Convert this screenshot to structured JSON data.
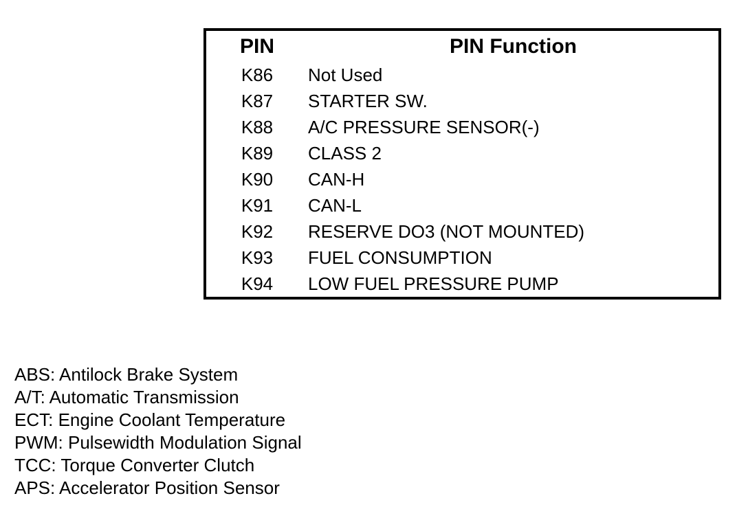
{
  "table": {
    "headers": [
      "PIN",
      "PIN Function"
    ],
    "rows": [
      {
        "pin": "K86",
        "function": "Not Used"
      },
      {
        "pin": "K87",
        "function": "STARTER SW."
      },
      {
        "pin": "K88",
        "function": "A/C PRESSURE SENSOR(-)"
      },
      {
        "pin": "K89",
        "function": "CLASS 2"
      },
      {
        "pin": "K90",
        "function": "CAN-H"
      },
      {
        "pin": "K91",
        "function": "CAN-L"
      },
      {
        "pin": "K92",
        "function": "RESERVE DO3 (NOT MOUNTED)"
      },
      {
        "pin": "K93",
        "function": "FUEL CONSUMPTION"
      },
      {
        "pin": "K94",
        "function": "LOW FUEL PRESSURE PUMP"
      }
    ]
  },
  "legend": {
    "lines": [
      "ABS: Antilock Brake System",
      "A/T: Automatic Transmission",
      "ECT: Engine Coolant Temperature",
      "PWM: Pulsewidth Modulation Signal",
      "TCC: Torque Converter Clutch",
      "APS: Accelerator Position Sensor"
    ]
  },
  "colors": {
    "text": "#000000",
    "border": "#000000",
    "background": "#ffffff"
  }
}
